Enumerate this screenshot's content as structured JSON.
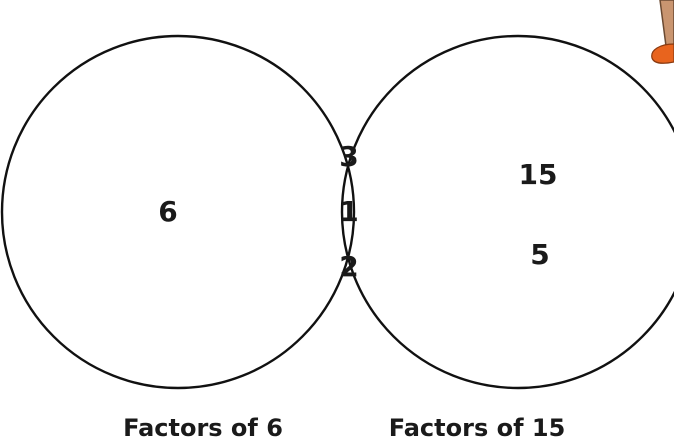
{
  "venn": {
    "left_set": {
      "label": "Factors of 6",
      "only_items": [
        "6"
      ]
    },
    "right_set": {
      "label": "Factors of 15",
      "only_items": [
        "15",
        "5"
      ]
    },
    "intersection_items": [
      "3",
      "1",
      "2"
    ]
  }
}
